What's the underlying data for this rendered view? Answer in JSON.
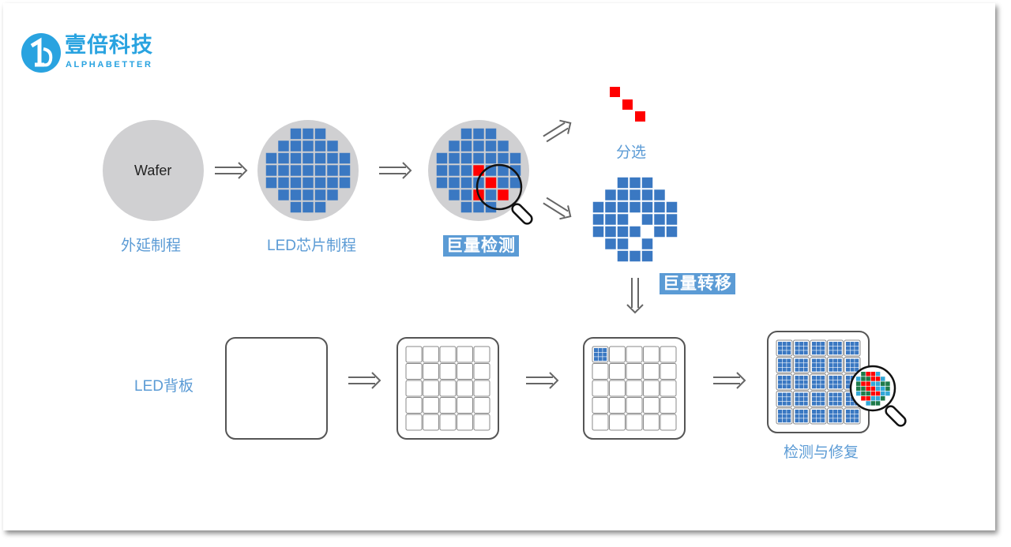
{
  "logo": {
    "name_cn": "壹倍科技",
    "name_en": "ALPHABETTER"
  },
  "steps": {
    "wafer_text": "Wafer",
    "epitaxy": "外延制程",
    "led_chip": "LED芯片制程",
    "mass_inspection": "巨量检测",
    "sorting": "分选",
    "mass_transfer": "巨量转移",
    "backplane": "LED背板",
    "inspect_repair": "检测与修复"
  },
  "colors": {
    "chip": "#3a78c2",
    "defect": "#ff0000",
    "wafer": "#d0d0d2",
    "label": "#5b9bd5",
    "green": "#1e7a4a",
    "cyan": "#32a8d8"
  }
}
